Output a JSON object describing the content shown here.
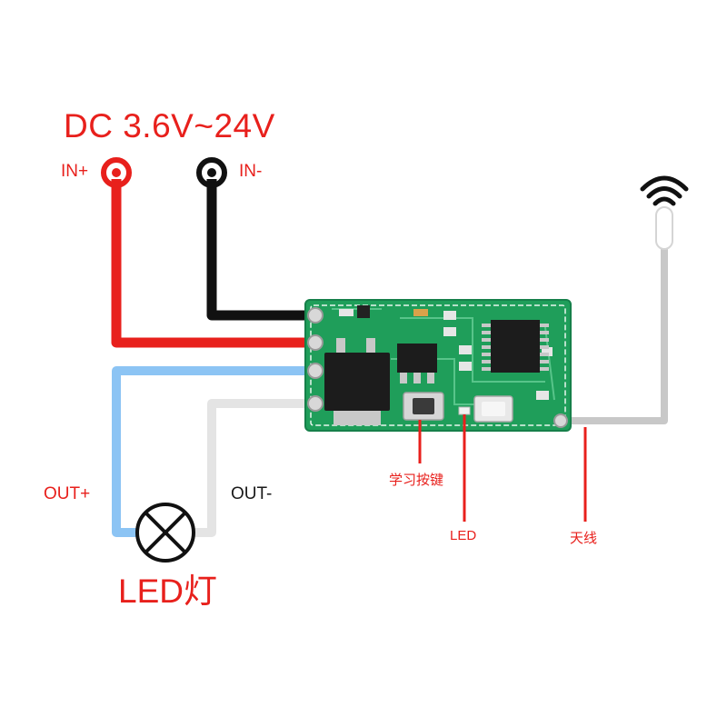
{
  "diagram": {
    "supply_label": "DC 3.6V~24V",
    "in_plus": "IN+",
    "in_minus": "IN-",
    "out_plus": "OUT+",
    "out_minus": "OUT-",
    "load_label": "LED灯",
    "callouts": {
      "learn_button": "学习按键",
      "led": "LED",
      "antenna": "天线"
    }
  },
  "colors": {
    "red_wire": "#e8201c",
    "black_wire": "#111111",
    "blue_wire": "#8cc4f4",
    "white_wire": "#e4e4e4",
    "antenna_wire": "#c8c8c8",
    "pcb": "#1f9e5a",
    "label_red": "#e8201c"
  },
  "icons": [
    "wifi-signal-icon",
    "lamp-symbol-icon",
    "terminal-ring-icon"
  ]
}
